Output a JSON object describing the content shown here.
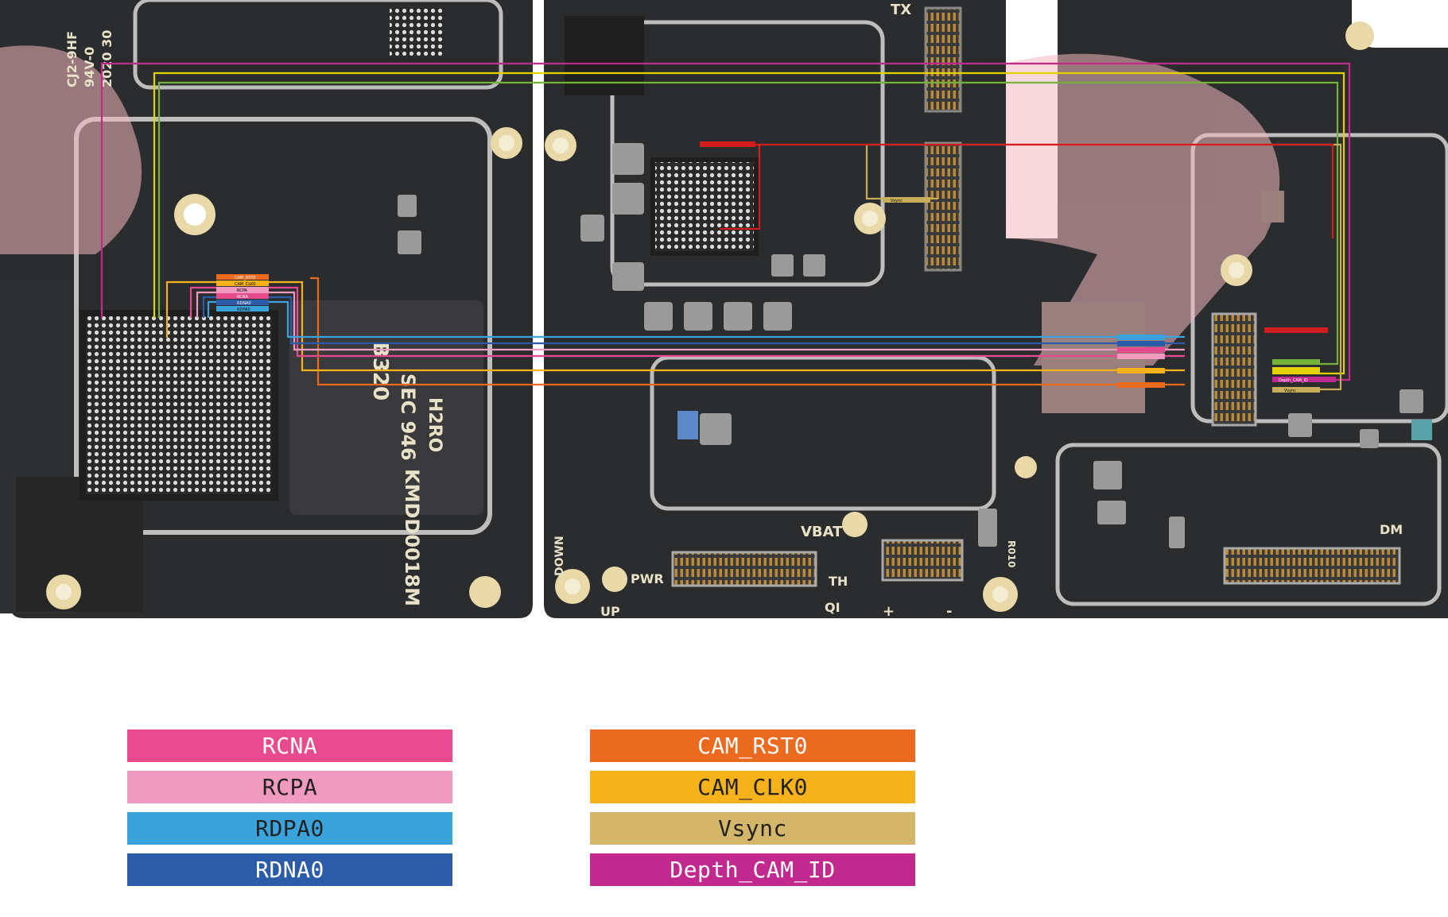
{
  "board": {
    "silkscreen": [
      "TX",
      "VBAT",
      "PWR",
      "TH",
      "DOWN",
      "UP",
      "QI",
      "+",
      "-",
      "DM",
      "H2RO",
      "SEC 946",
      "B320",
      "KMDD0018M",
      "2020 30",
      "94V-0",
      "CJ2-9HF",
      "R010"
    ],
    "mini_labels": [
      "CAM_RST0",
      "CAM_CLK0",
      "RCPA",
      "RCNA",
      "RDNA0",
      "RDPA0",
      "Vsync",
      "Depth_CAM_ID"
    ]
  },
  "legend": {
    "left": [
      {
        "label": "RCNA",
        "color": "#e84a8e",
        "text_color": "#ffffff"
      },
      {
        "label": "RCPA",
        "color": "#f19ac0",
        "text_color": "#222222"
      },
      {
        "label": "RDPA0",
        "color": "#3aa3dc",
        "text_color": "#222222"
      },
      {
        "label": "RDNA0",
        "color": "#2c5ca8",
        "text_color": "#ffffff"
      }
    ],
    "right": [
      {
        "label": "CAM_RST0",
        "color": "#ea6a1f",
        "text_color": "#ffffff"
      },
      {
        "label": "CAM_CLK0",
        "color": "#f5b21a",
        "text_color": "#222222"
      },
      {
        "label": "Vsync",
        "color": "#d4b66a",
        "text_color": "#222222"
      },
      {
        "label": "Depth_CAM_ID",
        "color": "#c2298f",
        "text_color": "#ffffff"
      }
    ]
  }
}
